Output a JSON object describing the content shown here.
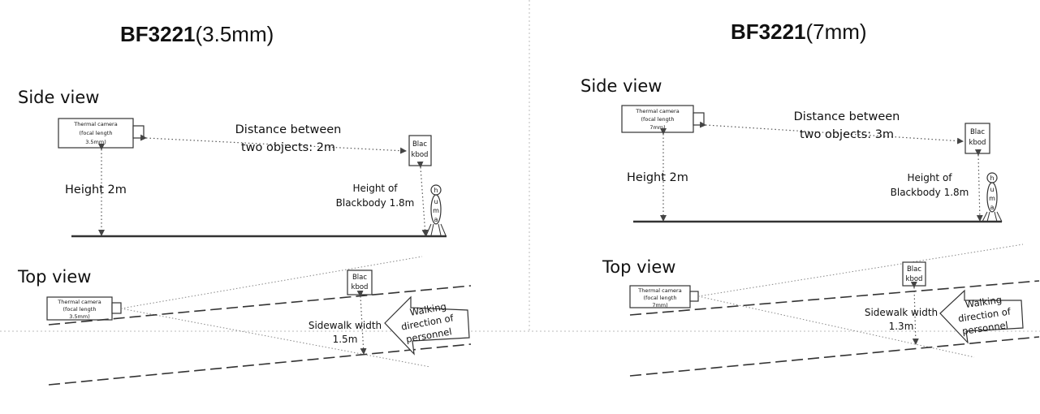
{
  "left": {
    "title_bold": "BF3221",
    "title_rest": "(3.5mm)",
    "side_view": "Side view",
    "top_view": "Top view",
    "camera_lines": [
      "Thermal camera",
      "(focal length",
      "3.5mm)"
    ],
    "distance_lines": [
      "Distance between",
      "two objects: 2m"
    ],
    "height": "Height 2m",
    "blackbody_height_lines": [
      "Height of",
      "Blackbody 1.8m"
    ],
    "blackbody_lines": [
      "Blac",
      "kbod"
    ],
    "human_letters": [
      "h",
      "u",
      "m",
      "a"
    ],
    "sidewalk_lines": [
      "Sidewalk width",
      "1.5m"
    ],
    "walking_lines": [
      "Walking",
      "direction of",
      "personnel"
    ]
  },
  "right": {
    "title_bold": "BF3221",
    "title_rest": "(7mm)",
    "side_view": "Side view",
    "top_view": "Top view",
    "camera_lines": [
      "Thermal camera",
      "(focal length",
      "7mm)"
    ],
    "distance_lines": [
      "Distance between",
      "two objects: 3m"
    ],
    "height": "Height 2m",
    "blackbody_height_lines": [
      "Height of",
      "Blackbody 1.8m"
    ],
    "blackbody_lines": [
      "Blac",
      "kbod"
    ],
    "human_letters": [
      "h",
      "u",
      "m",
      "a"
    ],
    "sidewalk_lines": [
      "Sidewalk width",
      "1.3m"
    ],
    "walking_lines": [
      "Walking",
      "direction of",
      "personnel"
    ]
  }
}
